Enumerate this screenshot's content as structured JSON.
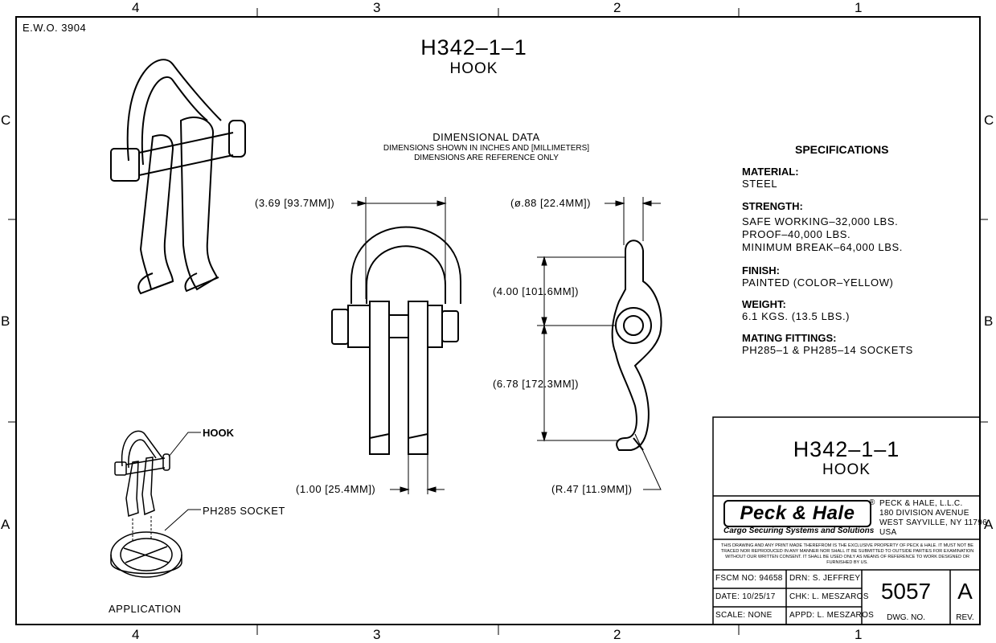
{
  "zones": {
    "top": [
      "4",
      "3",
      "2",
      "1"
    ],
    "bottom": [
      "4",
      "3",
      "2",
      "1"
    ],
    "left": [
      "C",
      "B",
      "A"
    ],
    "right": [
      "C",
      "B",
      "A"
    ]
  },
  "ewo": "E.W.O.  3904",
  "title": {
    "part": "H342–1–1",
    "name": "HOOK"
  },
  "dimensional_data": {
    "heading": "DIMENSIONAL  DATA",
    "line1": "DIMENSIONS  SHOWN  IN  INCHES  AND  [MILLIMETERS]",
    "line2": "DIMENSIONS  ARE  REFERENCE  ONLY"
  },
  "dimensions": {
    "width": "(3.69  [93.7MM])",
    "pin_dia": "(ø.88  [22.4MM])",
    "upper": "(4.00  [101.6MM])",
    "lower": "(6.78  [172.3MM])",
    "thickness": "(1.00  [25.4MM])",
    "radius": "(R.47  [11.9MM])"
  },
  "specifications": {
    "heading": "SPECIFICATIONS",
    "material": {
      "label": "MATERIAL:",
      "value": "STEEL"
    },
    "strength": {
      "label": "STRENGTH:",
      "line1": "SAFE  WORKING–32,000  LBS.",
      "line2": "PROOF–40,000  LBS.",
      "line3": "MINIMUM  BREAK–64,000  LBS."
    },
    "finish": {
      "label": "FINISH:",
      "value": "PAINTED  (COLOR–YELLOW)"
    },
    "weight": {
      "label": "WEIGHT:",
      "value": "6.1  KGS.  (13.5  LBS.)"
    },
    "mating": {
      "label": "MATING  FITTINGS:",
      "value": "PH285–1  &  PH285–14  SOCKETS"
    }
  },
  "application": {
    "hook_label": "HOOK",
    "socket_label": "PH285  SOCKET",
    "caption": "APPLICATION"
  },
  "title_block": {
    "part": "H342–1–1",
    "name": "HOOK",
    "logo": "Peck & Hale",
    "registered": "®",
    "tagline": "Cargo Securing Systems and Solutions",
    "address": [
      "PECK  &  HALE,  L.L.C.",
      "180  DIVISION  AVENUE",
      "WEST  SAYVILLE,  NY  11796",
      "USA"
    ],
    "notice": "THIS DRAWING AND ANY PRINT MADE THEREFROM IS THE EXCLUSIVE PROPERTY OF PECK & HALE. IT MUST NOT BE TRACED NOR REPRODUCED IN ANY MANNER NOR SHALL IT BE SUBMITTED TO OUTSIDE PARTIES FOR EXAMINATION WITHOUT OUR WRITTEN CONSENT. IT SHALL BE USED ONLY AS MEANS OF REFERENCE TO WORK DESIGNED OR FURNISHED BY US.",
    "fscm": "FSCM  NO:  94658",
    "drn": "DRN: S.  JEFFREY",
    "date": "DATE:  10/25/17",
    "chk": "CHK: L.  MESZAROS",
    "scale": "SCALE:  NONE",
    "appd": "APPD:  L.  MESZAROS",
    "dwg_no": "5057",
    "dwg_label": "DWG.  NO.",
    "rev": "A",
    "rev_label": "REV."
  }
}
